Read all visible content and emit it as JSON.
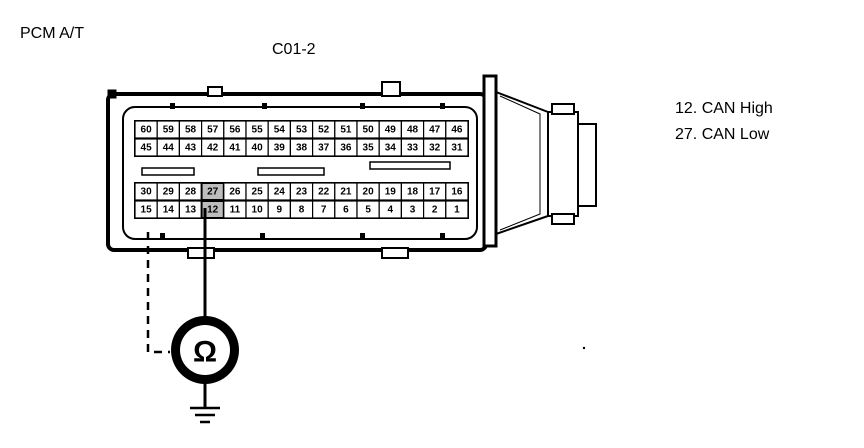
{
  "title": "PCM A/T",
  "connector_id": "C01-2",
  "legend": [
    "12. CAN High",
    "27. CAN Low"
  ],
  "rows": {
    "upper_top": [
      "60",
      "59",
      "58",
      "57",
      "56",
      "55",
      "54",
      "53",
      "52",
      "51",
      "50",
      "49",
      "48",
      "47",
      "46"
    ],
    "upper_bottom": [
      "45",
      "44",
      "43",
      "42",
      "41",
      "40",
      "39",
      "38",
      "37",
      "36",
      "35",
      "34",
      "33",
      "32",
      "31"
    ],
    "lower_top": [
      "30",
      "29",
      "28",
      "27",
      "26",
      "25",
      "24",
      "23",
      "22",
      "21",
      "20",
      "19",
      "18",
      "17",
      "16"
    ],
    "lower_bottom": [
      "15",
      "14",
      "13",
      "12",
      "11",
      "10",
      "9",
      "8",
      "7",
      "6",
      "5",
      "4",
      "3",
      "2",
      "1"
    ]
  },
  "highlight_pins": [
    "12",
    "27"
  ],
  "meter_symbol": "Ω",
  "colors": {
    "ink": "#000000",
    "paper": "#ffffff",
    "highlight_cell": "#555555"
  }
}
